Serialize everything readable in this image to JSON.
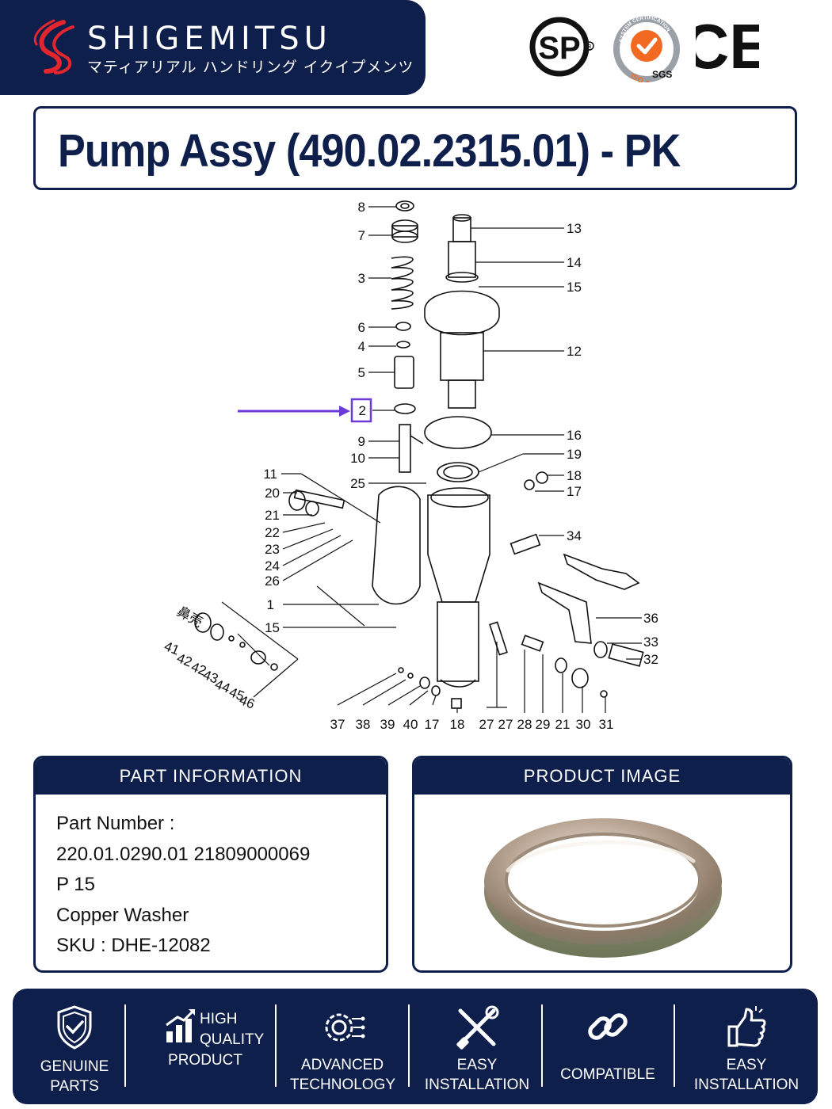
{
  "header": {
    "brand_name": "SHIGEMITSU",
    "brand_subtitle": "マティアリアル ハンドリング イクイプメンツ",
    "certifications": {
      "csa_mark": "SP",
      "iso_ring_text": "SYSTEM CERTIFICATION",
      "iso_label": "ISO 9001",
      "sgs_label": "SGS",
      "ce_mark": "CE"
    }
  },
  "title": "Pump Assy (490.02.2315.01) - PK",
  "diagram": {
    "callouts": {
      "left": [
        "8",
        "7",
        "3",
        "6",
        "4",
        "5",
        "2",
        "9",
        "10",
        "25",
        "11",
        "20",
        "21",
        "22",
        "23",
        "24",
        "26",
        "1",
        "15"
      ],
      "right": [
        "13",
        "14",
        "15",
        "12",
        "16",
        "19",
        "18",
        "17",
        "34",
        "36",
        "33",
        "32"
      ],
      "diagonal": [
        "41",
        "42",
        "42",
        "43",
        "44",
        "45",
        "46"
      ],
      "bottom": [
        "37",
        "38",
        "39",
        "40",
        "17",
        "18",
        "27",
        "27",
        "28",
        "29",
        "21",
        "30",
        "31"
      ],
      "note": "鼻壳"
    },
    "highlighted_callout": "2"
  },
  "part_info": {
    "heading": "PART  INFORMATION",
    "lines": [
      "Part Number :",
      "220.01.0290.01 21809000069",
      "P 15",
      "Copper Washer",
      "SKU : DHE-12082"
    ]
  },
  "product_image": {
    "heading": "PRODUCT  IMAGE"
  },
  "features": [
    {
      "icon": "shield-check-icon",
      "line1": "GENUINE",
      "line2": "PARTS"
    },
    {
      "icon": "bar-chart-icon",
      "line1": "HIGH",
      "line2": "QUALITY",
      "line3": "PRODUCT"
    },
    {
      "icon": "gear-circuit-icon",
      "line1": "ADVANCED",
      "line2": "TECHNOLOGY"
    },
    {
      "icon": "tools-icon",
      "line1": "EASY",
      "line2": "INSTALLATION"
    },
    {
      "icon": "link-icon",
      "line1": "COMPATIBLE"
    },
    {
      "icon": "thumbs-up-icon",
      "line1": "EASY",
      "line2": "INSTALLATION"
    }
  ],
  "colors": {
    "navy": "#0f1f4b",
    "logo_red": "#e3262e",
    "callout_highlight": "#6a3bd8",
    "iso_orange": "#f26a21"
  }
}
